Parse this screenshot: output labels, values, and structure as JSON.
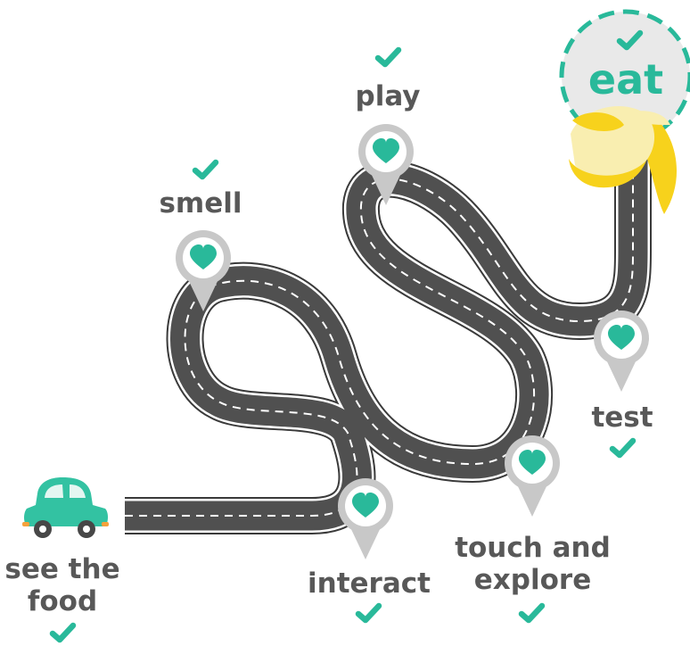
{
  "steps": [
    {
      "id": "see-the-food",
      "label": "see the food",
      "checked": true
    },
    {
      "id": "interact",
      "label": "interact",
      "checked": true
    },
    {
      "id": "smell",
      "label": "smell",
      "checked": true
    },
    {
      "id": "play",
      "label": "play",
      "checked": true
    },
    {
      "id": "touch-and-explore",
      "label": "touch and explore",
      "checked": true
    },
    {
      "id": "test",
      "label": "test",
      "checked": true
    },
    {
      "id": "eat",
      "label": "eat",
      "checked": true
    }
  ],
  "colors": {
    "accent": "#29b99a",
    "text": "#585858",
    "road": "#505050",
    "road_edge": "#3a3a3a",
    "pin": "#c8c8c8",
    "car": "#33c2a2",
    "car_window": "#e4f6f1",
    "car_wheel": "#474747",
    "banana": "#f7d21c",
    "banana_peel": "#f9eeb0",
    "eat_circle": "#e9e9e9"
  },
  "icons": {
    "check": "check-icon",
    "pin": "heart-map-pin-icon",
    "car": "car-icon",
    "banana": "banana-icon"
  }
}
